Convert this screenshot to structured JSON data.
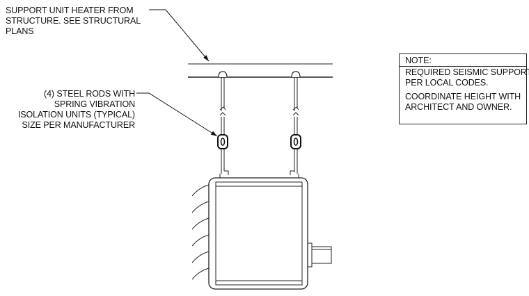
{
  "support_note": {
    "lines": [
      "SUPPORT UNIT HEATER FROM",
      "STRUCTURE.  SEE STRUCTURAL",
      "PLANS"
    ]
  },
  "rods_note": {
    "lines": [
      "(4) STEEL RODS WITH",
      "SPRING VIBRATION",
      "ISOLATION UNITS (TYPICAL)",
      "SIZE PER MANUFACTURER"
    ]
  },
  "note_box": {
    "heading": "NOTE:",
    "items": [
      {
        "lines": [
          "REQUIRED SEISMIC SUPPORT",
          "PER LOCAL CODES."
        ]
      },
      {
        "lines": [
          "COORDINATE HEIGHT WITH",
          "ARCHITECT AND OWNER."
        ]
      }
    ]
  }
}
